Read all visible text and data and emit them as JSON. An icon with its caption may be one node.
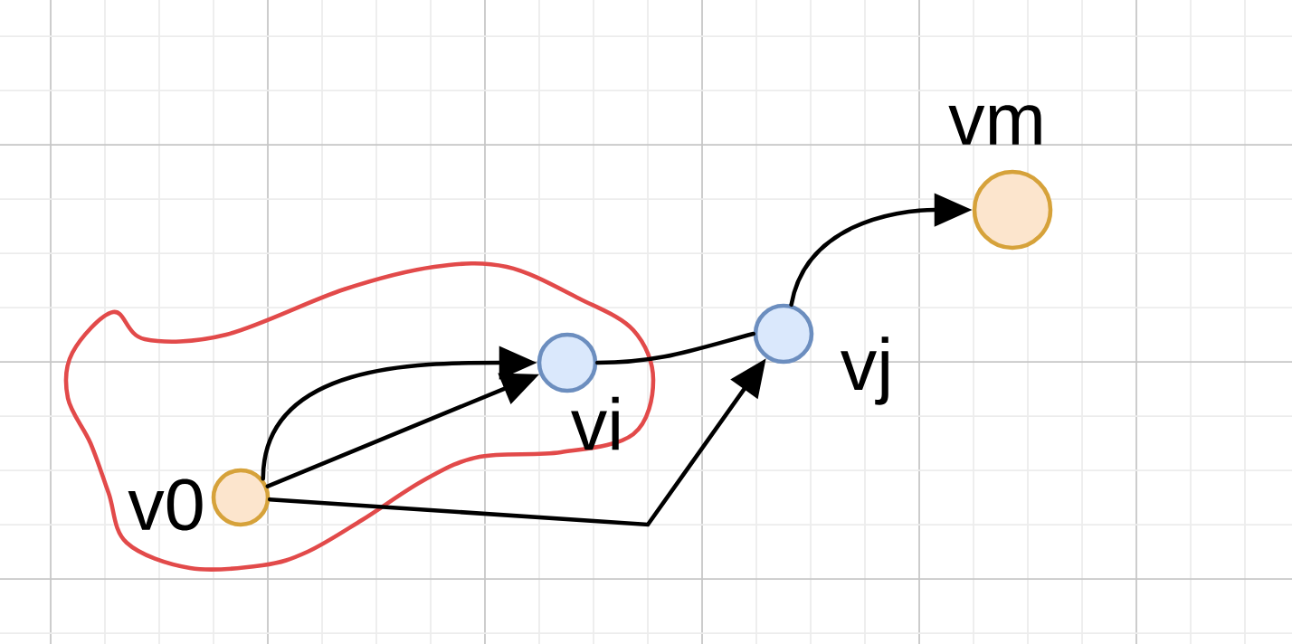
{
  "diagram": {
    "nodes": [
      {
        "text": [],
        "shape": "circle",
        "beside": [
          "v0"
        ]
      },
      {
        "text": [],
        "shape": "circle",
        "beside": [
          "vi"
        ]
      },
      {
        "text": [],
        "shape": "circle",
        "beside": [
          "vj"
        ]
      },
      {
        "text": [],
        "shape": "circle",
        "beside": [
          "vm"
        ]
      }
    ],
    "edges": [
      {
        "from": 0,
        "to": 1,
        "arrow": "to"
      },
      {
        "from": 0,
        "to": 1,
        "arrow": "to"
      },
      {
        "from": 1,
        "to": 2,
        "arrow": "none"
      },
      {
        "from": 0,
        "to": 2,
        "arrow": "to"
      },
      {
        "from": 2,
        "to": 3,
        "arrow": "to"
      }
    ]
  }
}
